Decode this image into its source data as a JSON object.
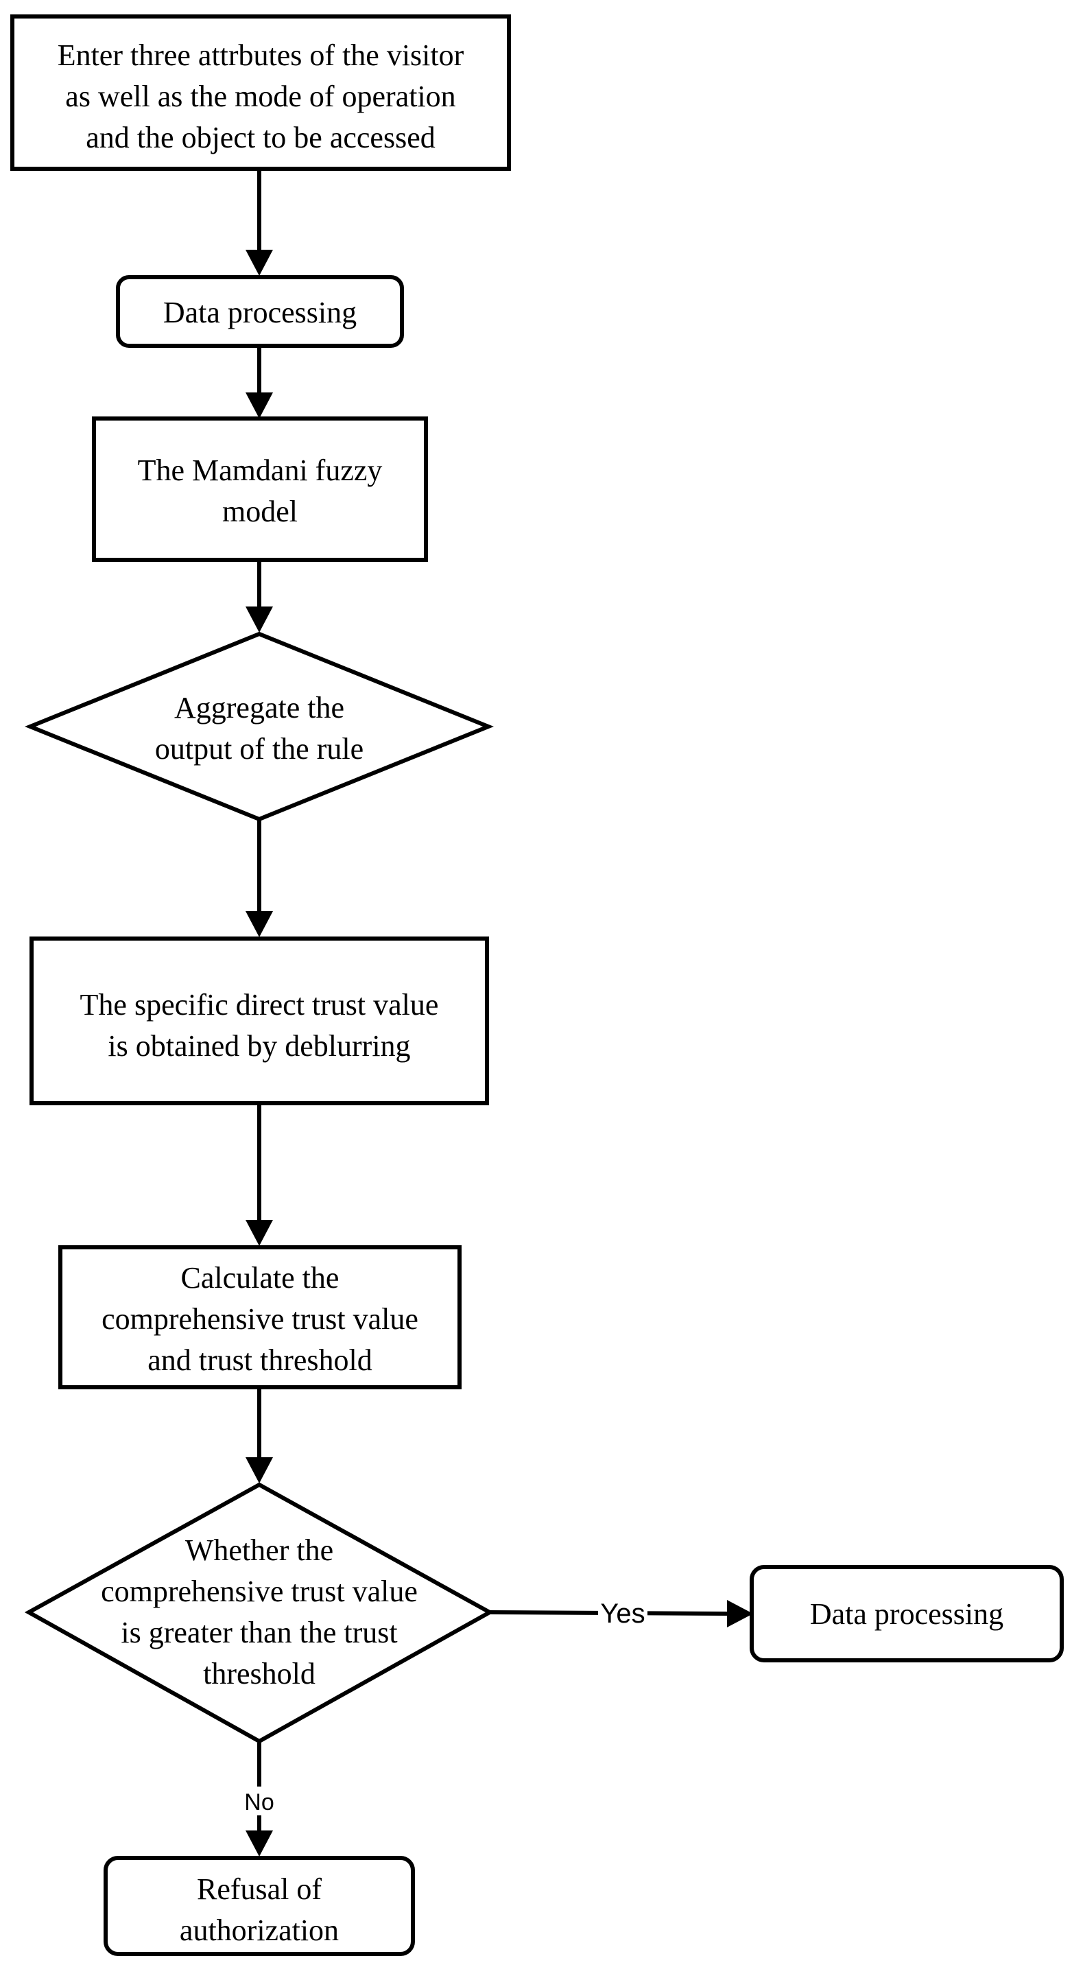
{
  "nodes": {
    "start": {
      "shape": "rectangle",
      "lines": [
        "Enter three attrbutes of the visitor",
        "as well as the mode of operation",
        "and the object to be accessed"
      ]
    },
    "data_processing_1": {
      "shape": "rounded-rectangle",
      "lines": [
        "Data processing"
      ]
    },
    "mamdani": {
      "shape": "rectangle",
      "lines": [
        "The Mamdani fuzzy",
        "model"
      ]
    },
    "aggregate": {
      "shape": "diamond",
      "lines": [
        "Aggregate the",
        "output of the rule"
      ]
    },
    "direct_trust": {
      "shape": "rectangle",
      "lines": [
        "The specific direct trust value",
        "is obtained by deblurring"
      ]
    },
    "calculate": {
      "shape": "rectangle",
      "lines": [
        "Calculate the",
        "comprehensive trust value",
        "and trust threshold"
      ]
    },
    "decision": {
      "shape": "diamond",
      "lines": [
        "Whether the",
        "comprehensive trust value",
        "is greater than the trust",
        "threshold"
      ]
    },
    "data_processing_2": {
      "shape": "rounded-rectangle",
      "lines": [
        "Data processing"
      ]
    },
    "refusal": {
      "shape": "rounded-rectangle",
      "lines": [
        "Refusal of",
        "authorization"
      ]
    }
  },
  "edges": [
    {
      "from": "start",
      "to": "data_processing_1",
      "label": ""
    },
    {
      "from": "data_processing_1",
      "to": "mamdani",
      "label": ""
    },
    {
      "from": "mamdani",
      "to": "aggregate",
      "label": ""
    },
    {
      "from": "aggregate",
      "to": "direct_trust",
      "label": ""
    },
    {
      "from": "direct_trust",
      "to": "calculate",
      "label": ""
    },
    {
      "from": "calculate",
      "to": "decision",
      "label": ""
    },
    {
      "from": "decision",
      "to": "data_processing_2",
      "label": "Yes"
    },
    {
      "from": "decision",
      "to": "refusal",
      "label": "No"
    }
  ],
  "colors": {
    "stroke": "#000000",
    "fill": "#ffffff",
    "text": "#000000"
  }
}
